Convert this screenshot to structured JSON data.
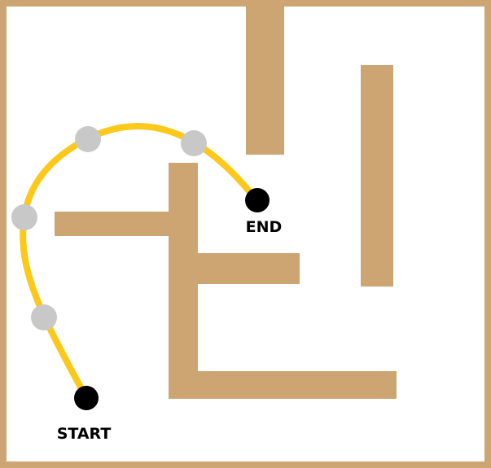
{
  "maze": {
    "wall_color": "#CDA572",
    "background_color": "#FFFFFF",
    "path_color": "#FCC81A",
    "waypoint_color": "#C8C8C8",
    "marker_color": "#000000"
  },
  "labels": {
    "start": "START",
    "end": "END"
  },
  "waypoints": [
    {
      "name": "waypoint-1"
    },
    {
      "name": "waypoint-2"
    },
    {
      "name": "waypoint-3"
    },
    {
      "name": "waypoint-4"
    }
  ]
}
